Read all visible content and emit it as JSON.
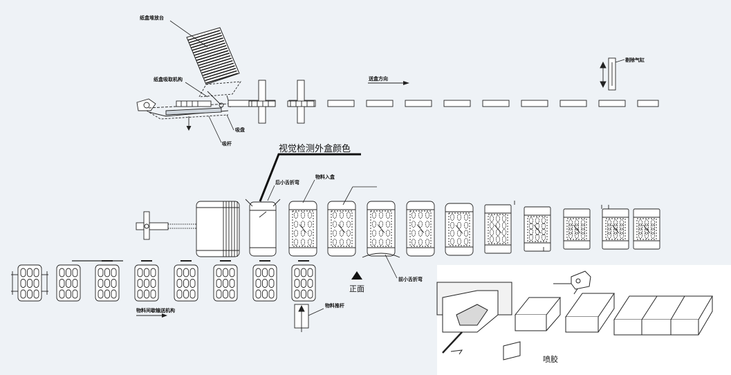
{
  "labels": {
    "carton_stack_table": "纸盒堆放台",
    "carton_pickup_mechanism": "纸盒吸取机构",
    "box_feed_direction": "送盒方向",
    "reject_cylinder": "剔除气缸",
    "suction_cup": "吸盘",
    "suction_rod": "吸杆",
    "vision_inspect_color": "视觉检测外盒颜色",
    "rear_small_tongue_fold": "后小舌折弯",
    "material_into_box": "物料入盒",
    "front_small_tongue_fold": "前小舌折弯",
    "front_face": "正面",
    "material_indexed_conveyor": "物料间歇输送机构",
    "material_push_rod": "物料推杆",
    "glue_spray": "喷胶"
  },
  "colors": {
    "background": "#eef2f6",
    "line": "#222222",
    "inset_background": "#ffffff"
  }
}
